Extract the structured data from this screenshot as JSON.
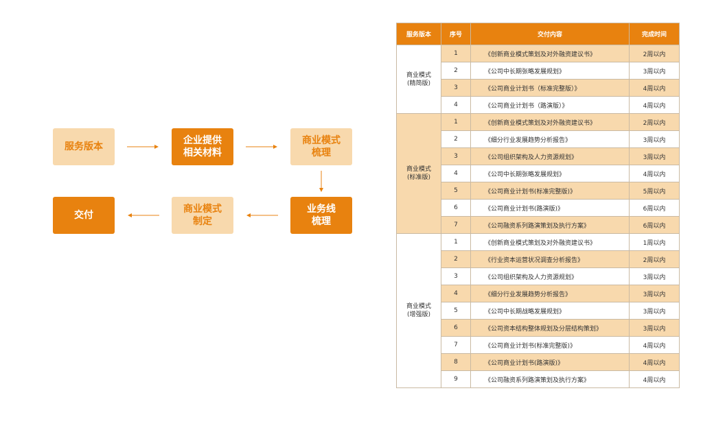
{
  "flow": {
    "nodes": [
      {
        "id": "service-version",
        "label": "服务版本",
        "style": "light"
      },
      {
        "id": "enterprise-materials",
        "label": "企业提供\n相关材料",
        "style": "dark"
      },
      {
        "id": "business-model-review",
        "label": "商业模式\n梳理",
        "style": "light"
      },
      {
        "id": "business-line-review",
        "label": "业务线\n梳理",
        "style": "dark"
      },
      {
        "id": "business-model-design",
        "label": "商业模式\n制定",
        "style": "light"
      },
      {
        "id": "delivery",
        "label": "交付",
        "style": "dark"
      }
    ]
  },
  "table": {
    "headers": [
      "服务版本",
      "序号",
      "交付内容",
      "完成时间"
    ],
    "groups": [
      {
        "version": "商业模式\n(精简版)",
        "shaded": false,
        "rows": [
          {
            "seq": "1",
            "content": "《创新商业模式策划及对外融资建议书》",
            "time": "2周以内"
          },
          {
            "seq": "2",
            "content": "《公司中长期张略发展规划》",
            "time": "3周以内"
          },
          {
            "seq": "3",
            "content": "《公司商业计划书（标准完整版）》",
            "time": "4周以内"
          },
          {
            "seq": "4",
            "content": "《公司商业计划书（路演版）》",
            "time": "4周以内"
          }
        ]
      },
      {
        "version": "商业模式\n(标准版)",
        "shaded": true,
        "rows": [
          {
            "seq": "1",
            "content": "《创新商业模式策划及对外融资建议书》",
            "time": "2周以内"
          },
          {
            "seq": "2",
            "content": "《细分行业发展趋势分析报告》",
            "time": "3周以内"
          },
          {
            "seq": "3",
            "content": "《公司组织架构及人力资源规划》",
            "time": "3周以内"
          },
          {
            "seq": "4",
            "content": "《公司中长期张略发展规划》",
            "time": "4周以内"
          },
          {
            "seq": "5",
            "content": "《公司商业计划书(标准完整版)》",
            "time": "5周以内"
          },
          {
            "seq": "6",
            "content": "《公司商业计划书(路演版)》",
            "time": "6周以内"
          },
          {
            "seq": "7",
            "content": "《公司融资系列路演策划及执行方案》",
            "time": "6周以内"
          }
        ]
      },
      {
        "version": "商业模式\n(增强版)",
        "shaded": false,
        "rows": [
          {
            "seq": "1",
            "content": "《创新商业模式策划及对外融资建议书》",
            "time": "1周以内"
          },
          {
            "seq": "2",
            "content": "《行业资本运营状况调查分析报告》",
            "time": "2周以内"
          },
          {
            "seq": "3",
            "content": "《公司组织架构及人力资源规划》",
            "time": "3周以内"
          },
          {
            "seq": "4",
            "content": "《细分行业发展趋势分析报告》",
            "time": "3周以内"
          },
          {
            "seq": "5",
            "content": "《公司中长期战略发展规划》",
            "time": "3周以内"
          },
          {
            "seq": "6",
            "content": "《公司资本结构整体规划及分层结构策划》",
            "time": "3周以内"
          },
          {
            "seq": "7",
            "content": "《公司商业计划书(标准完整版)》",
            "time": "4周以内"
          },
          {
            "seq": "8",
            "content": "《公司商业计划书(路演版)》",
            "time": "4周以内"
          },
          {
            "seq": "9",
            "content": "《公司融资系列路演策划及执行方案》",
            "time": "4周以内"
          }
        ]
      }
    ]
  },
  "colors": {
    "accent": "#e8820f",
    "accent_light": "#f8d9ad",
    "border": "#c9b9a2"
  }
}
